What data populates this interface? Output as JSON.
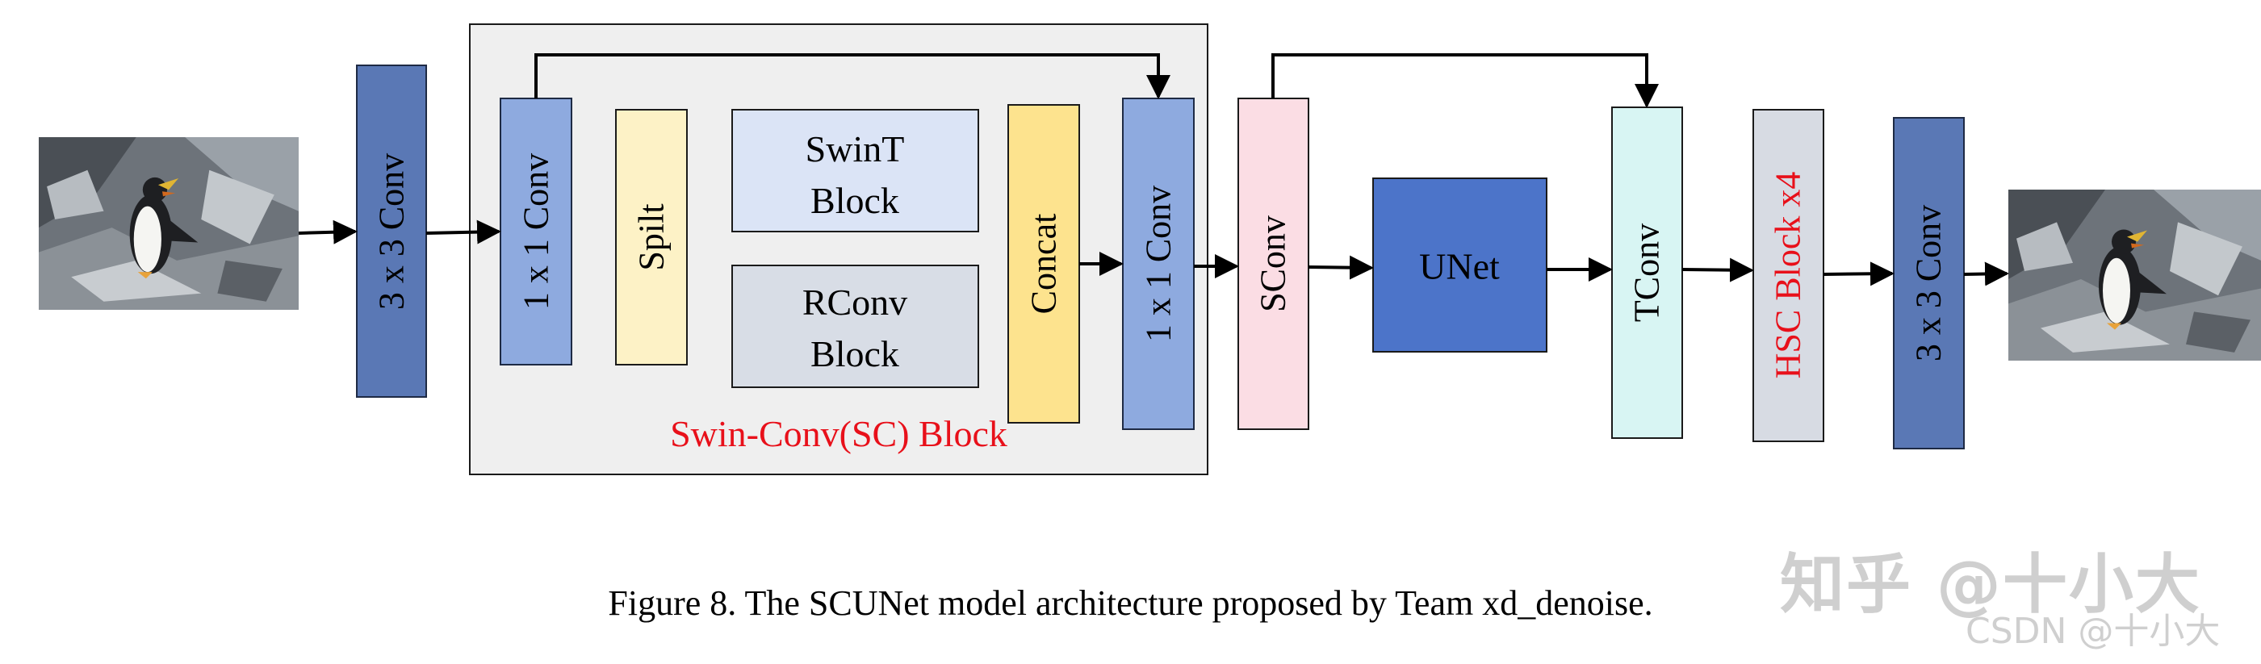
{
  "diagram": {
    "stem_conv": "3 x 3 Conv",
    "sc_block": {
      "conv_in": "1 x 1 Conv",
      "split": "Spilt",
      "swin_line1": "SwinT",
      "swin_line2": "Block",
      "rconv_line1": "RConv",
      "rconv_line2": "Block",
      "concat": "Concat",
      "conv_out": "1 x 1 Conv",
      "title": "Swin-Conv(SC) Block"
    },
    "sconv": "SConv",
    "unet": "UNet",
    "tconv": "TConv",
    "hsc": "HSC Block x4",
    "out_conv": "3 x 3 Conv"
  },
  "caption": "Figure 8. The SCUNet model architecture proposed by Team xd_denoise.",
  "watermark": {
    "main": "知乎 @十小大",
    "sub": "CSDN @十小大"
  },
  "colors": {
    "stem_conv": "#5a78b5",
    "conv1x1": "#8eaadf",
    "split": "#fdf2c6",
    "swin": "#dbe4f6",
    "rconv": "#d8dde6",
    "concat": "#fde38e",
    "sconv": "#fbdde4",
    "unet": "#4c74c9",
    "tconv": "#d8f5f3",
    "hsc": "#d7dbe3",
    "highlight_text": "#e8101a"
  }
}
